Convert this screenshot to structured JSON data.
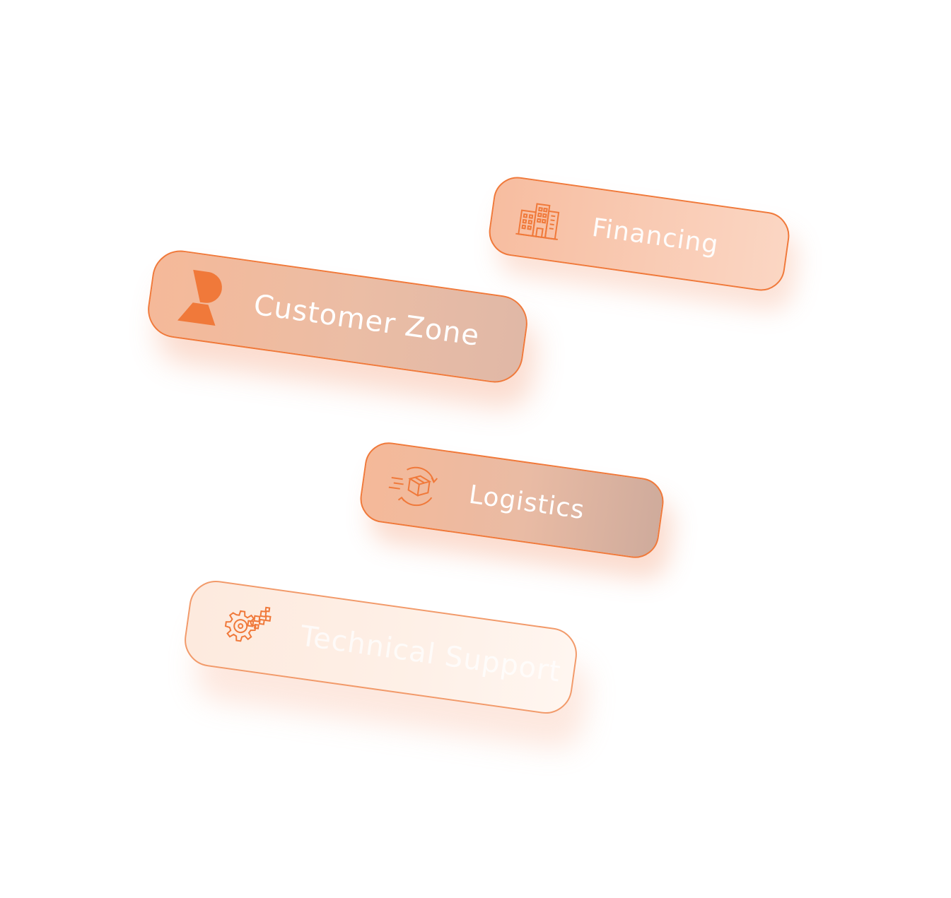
{
  "accent_color": "#f0793a",
  "cards": [
    {
      "id": "financing",
      "label": "Financing",
      "icon": "office-buildings-icon"
    },
    {
      "id": "customer-zone",
      "label": "Customer Zone",
      "icon": "brand-logo-icon"
    },
    {
      "id": "logistics",
      "label": "Logistics",
      "icon": "delivery-box-icon"
    },
    {
      "id": "technical-support",
      "label": "Technical Support",
      "icon": "gear-pixels-icon"
    }
  ]
}
